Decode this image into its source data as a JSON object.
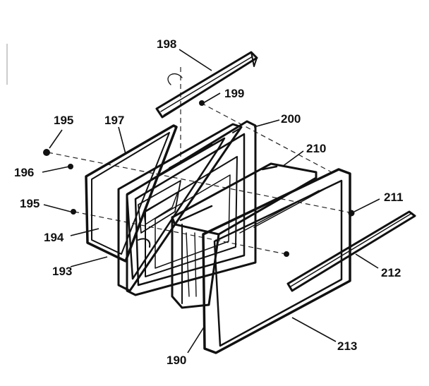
{
  "diagram": {
    "labels": {
      "p198": "198",
      "p199": "199",
      "p195a": "195",
      "p197": "197",
      "p200": "200",
      "p196": "196",
      "p210": "210",
      "p195b": "195",
      "p211": "211",
      "p194": "194",
      "p193": "193",
      "p212": "212",
      "p213": "213",
      "p190": "190"
    }
  }
}
